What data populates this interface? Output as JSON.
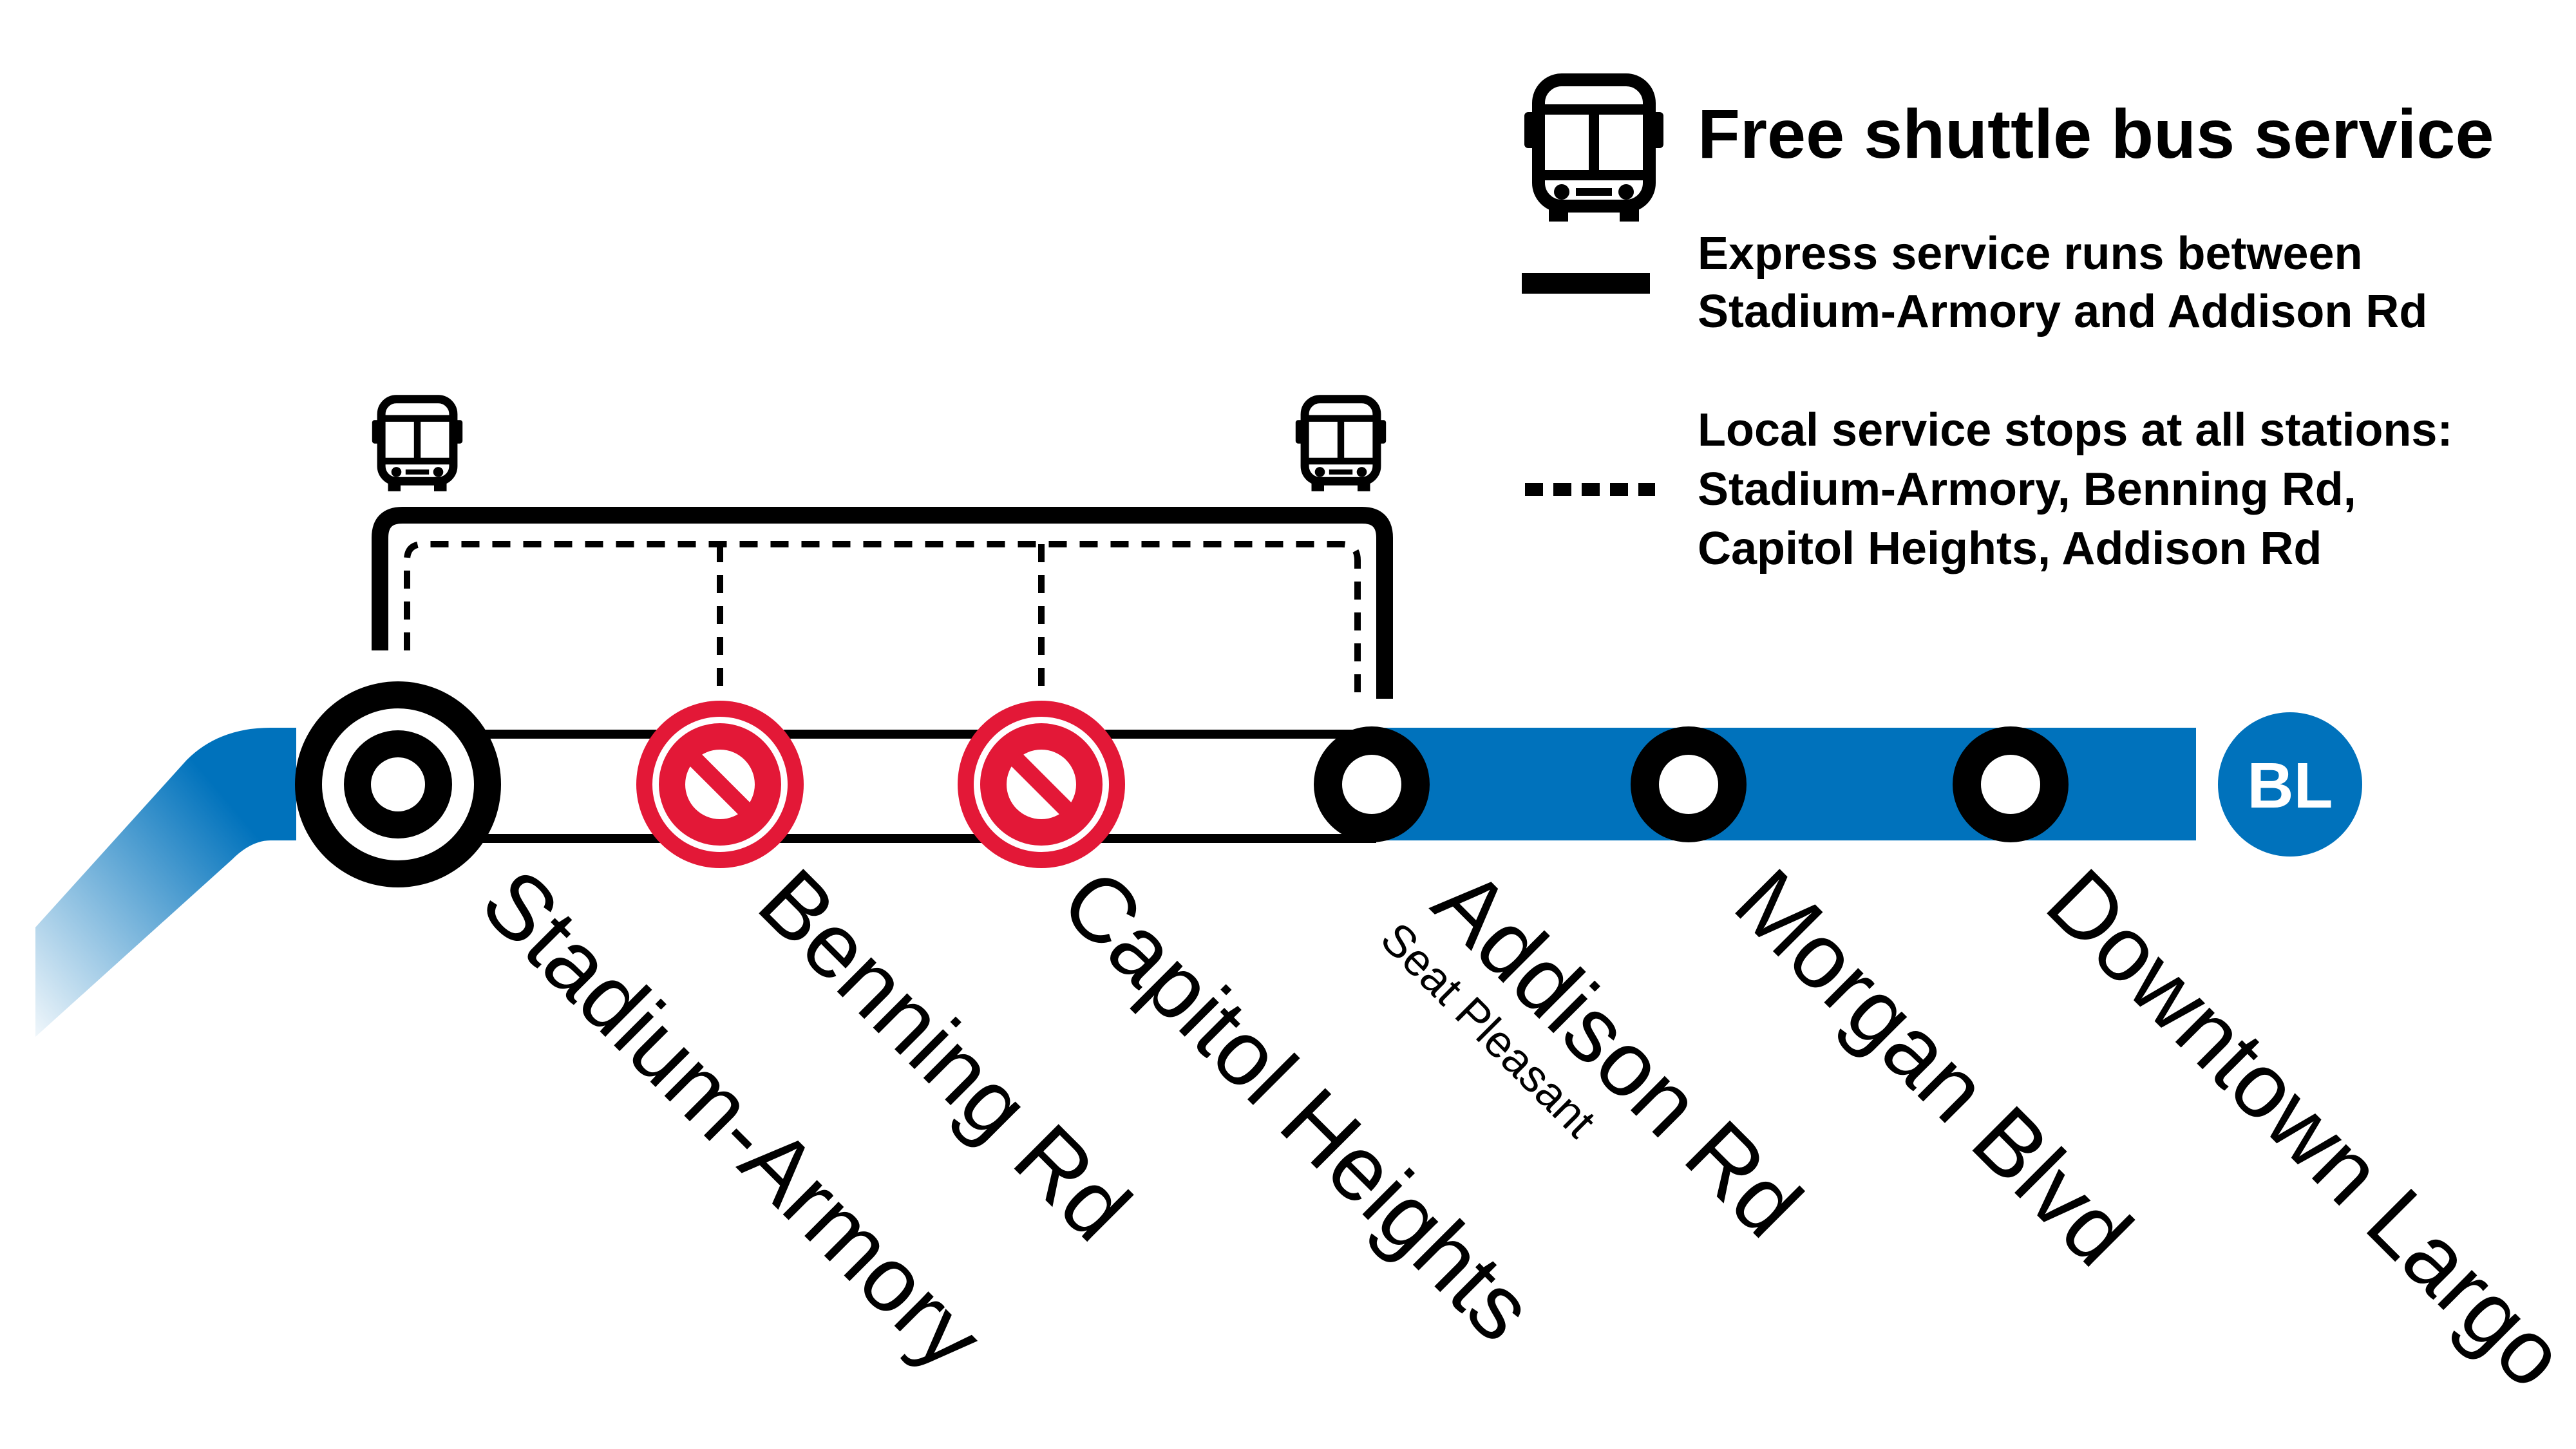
{
  "line": {
    "code": "BL",
    "color": "#0072bc"
  },
  "colors": {
    "closed": "#e31837",
    "track": "#000000",
    "background": "#ffffff"
  },
  "stations": [
    {
      "name": "Stadium-Armory",
      "subtitle": "",
      "status": "transfer"
    },
    {
      "name": "Benning Rd",
      "subtitle": "",
      "status": "closed"
    },
    {
      "name": "Capitol Heights",
      "subtitle": "",
      "status": "closed"
    },
    {
      "name": "Addison Rd",
      "subtitle": "Seat Pleasant",
      "status": "open"
    },
    {
      "name": "Morgan Blvd",
      "subtitle": "",
      "status": "open"
    },
    {
      "name": "Downtown Largo",
      "subtitle": "",
      "status": "open"
    }
  ],
  "legend": {
    "shuttle": {
      "icon": "bus-icon",
      "text": "Free shuttle bus service"
    },
    "express": {
      "lines": [
        "Express service runs between",
        "Stadium-Armory and Addison Rd"
      ]
    },
    "local": {
      "lines": [
        "Local service stops at all stations:",
        "Stadium-Armory, Benning Rd,",
        "Capitol Heights, Addison Rd"
      ]
    }
  }
}
